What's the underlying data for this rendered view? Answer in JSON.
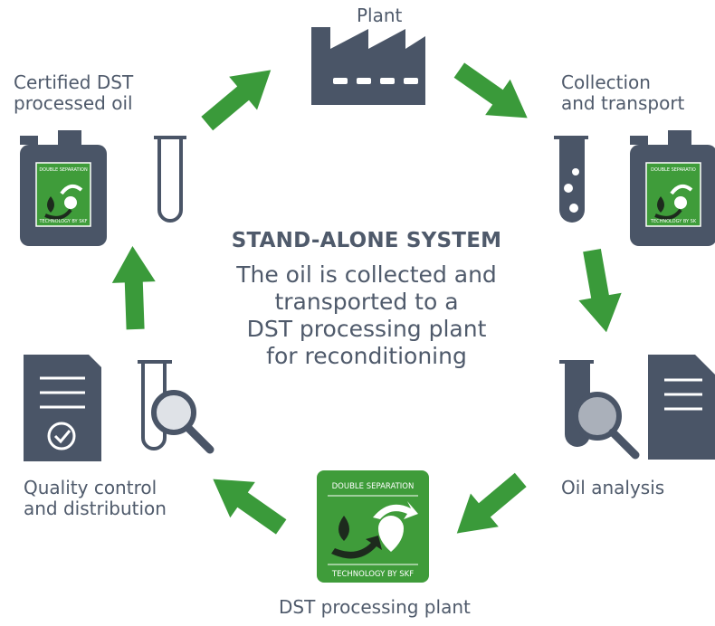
{
  "center": {
    "heading": "STAND-ALONE SYSTEM",
    "body_lines": [
      "The oil is collected and",
      "transported to a",
      "DST processing plant",
      "for reconditioning"
    ]
  },
  "stages": {
    "plant": {
      "label": "Plant"
    },
    "collection": {
      "lines": [
        "Collection",
        "and transport"
      ]
    },
    "analysis": {
      "label": "Oil analysis"
    },
    "dst_plant": {
      "label": "DST processing plant"
    },
    "quality": {
      "lines": [
        "Quality control",
        "and distribution"
      ]
    },
    "certified": {
      "lines": [
        "Certified DST",
        "processed oil"
      ]
    }
  },
  "logo": {
    "top": "DOUBLE SEPARATION",
    "bottom": "TECHNOLOGY BY SKF",
    "small_top_left": "DOUBLE SEPARATION",
    "small_bottom_left": "TECHNOLOGY BY SKF",
    "small_top_right": "DOUBLE SEPARATIO",
    "small_bottom_right": "TECHNOLOGY BY SK"
  },
  "colors": {
    "slate": "#4a5567",
    "green": "#3a9a3a",
    "logo_green": "#3f9c3a",
    "tint": "#aab0ba"
  },
  "icons": [
    "factory-icon",
    "test-tube-icon",
    "canister-icon",
    "magnifier-icon",
    "document-icon",
    "dst-logo-icon",
    "arrow-icon"
  ]
}
